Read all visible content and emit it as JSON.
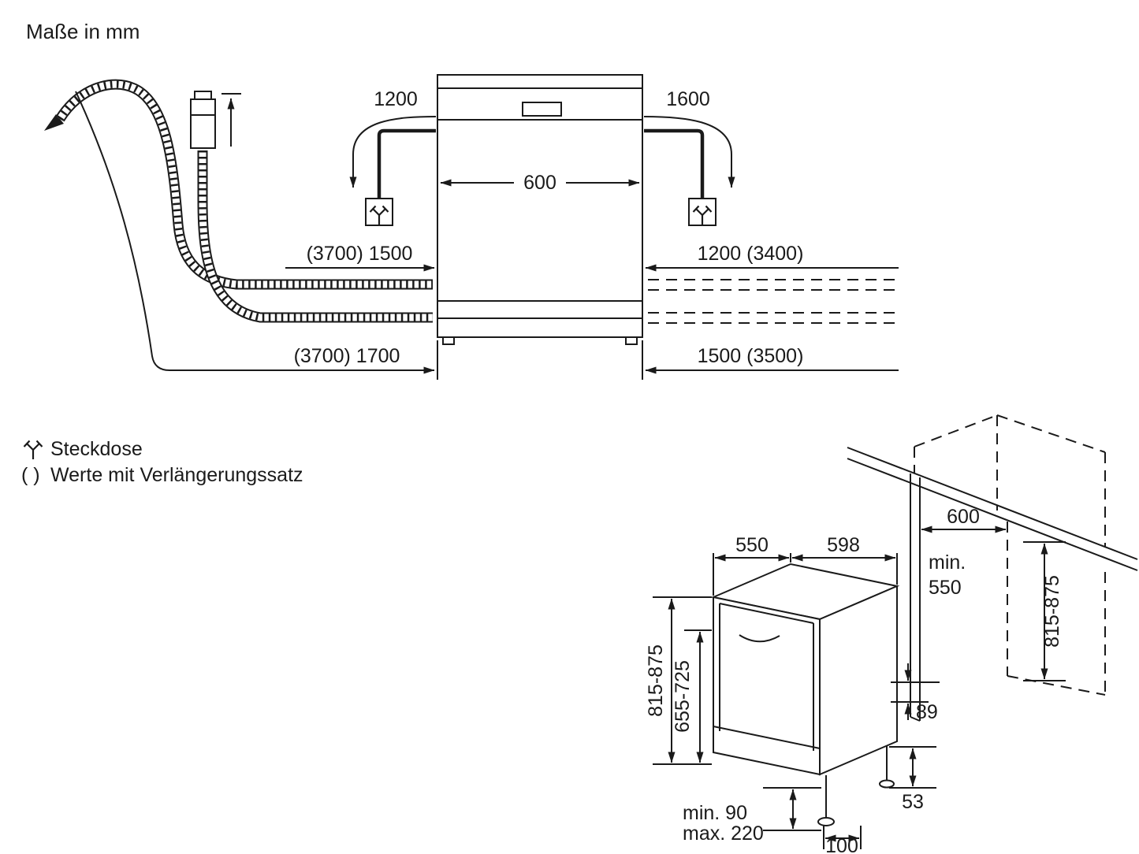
{
  "title": "Maße in mm",
  "top_view": {
    "cable_left": "1200",
    "cable_right": "1600",
    "width": "600",
    "supply_left": "(3700) 1500",
    "supply_right": "1200 (3400)",
    "drain_left": "(3700) 1700",
    "drain_right": "1500 (3500)"
  },
  "legend": {
    "socket": "Steckdose",
    "parens": "( )",
    "extension": "Werte mit Verlängerungssatz"
  },
  "iso_view": {
    "depth": "550",
    "width": "598",
    "niche_width": "600",
    "niche_min": "min.",
    "niche_min_value": "550",
    "height_left": "815-875",
    "door_height": "655-725",
    "height_right": "815-875",
    "rear_gap": "89",
    "rear_foot": "53",
    "plinth_min": "min. 90",
    "plinth_max": "max. 220",
    "foot_depth": "100"
  }
}
